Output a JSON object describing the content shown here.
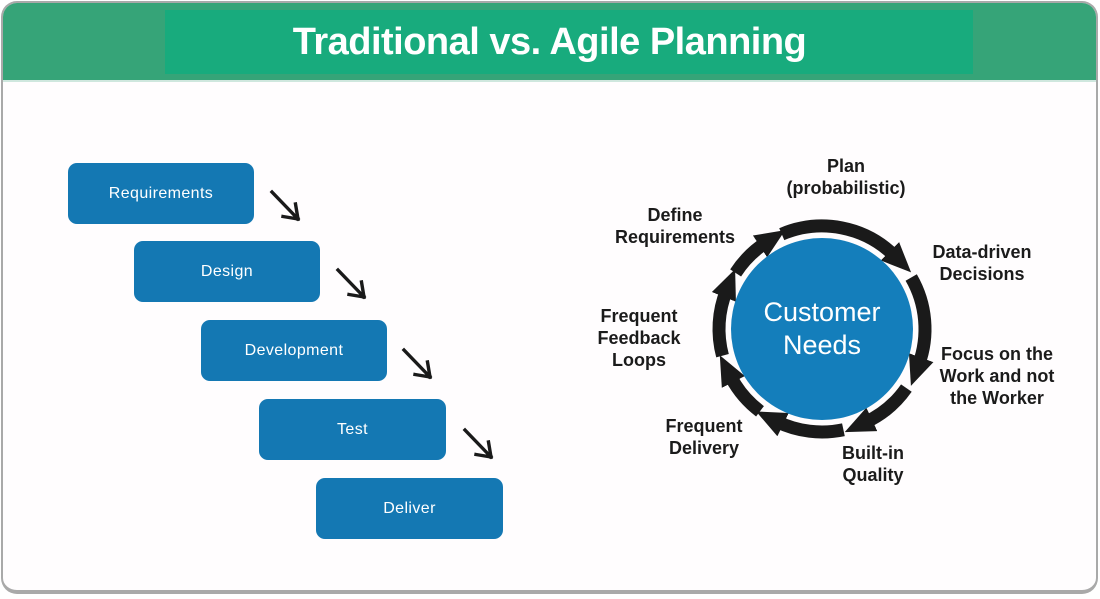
{
  "header": {
    "title": "Traditional vs. Agile Planning"
  },
  "waterfall": {
    "steps": [
      {
        "label": "Requirements"
      },
      {
        "label": "Design"
      },
      {
        "label": "Development"
      },
      {
        "label": "Test"
      },
      {
        "label": "Deliver"
      }
    ]
  },
  "agile_cycle": {
    "center": {
      "lines": [
        "Customer",
        "Needs"
      ]
    },
    "labels": [
      {
        "id": "plan-probabilistic",
        "lines": [
          "Plan",
          "(probabilistic)"
        ]
      },
      {
        "id": "data-driven-decisions",
        "lines": [
          "Data-driven",
          "Decisions"
        ]
      },
      {
        "id": "focus-on-the-work",
        "lines": [
          "Focus on the",
          "Work and not",
          "the Worker"
        ]
      },
      {
        "id": "built-in-quality",
        "lines": [
          "Built-in",
          "Quality"
        ]
      },
      {
        "id": "frequent-delivery",
        "lines": [
          "Frequent",
          "Delivery"
        ]
      },
      {
        "id": "frequent-feedback-loops",
        "lines": [
          "Frequent",
          "Feedback",
          "Loops"
        ]
      },
      {
        "id": "define-requirements",
        "lines": [
          "Define",
          "Requirements"
        ]
      }
    ]
  },
  "colors": {
    "header_green": "#36a478",
    "header_inner_green": "#18ab7d",
    "box_blue": "#1478b3",
    "circle_blue": "#147ebb",
    "arrow_black": "#1a1a1a",
    "label_text": "#1b1b1b",
    "title_text": "#ffffff"
  }
}
